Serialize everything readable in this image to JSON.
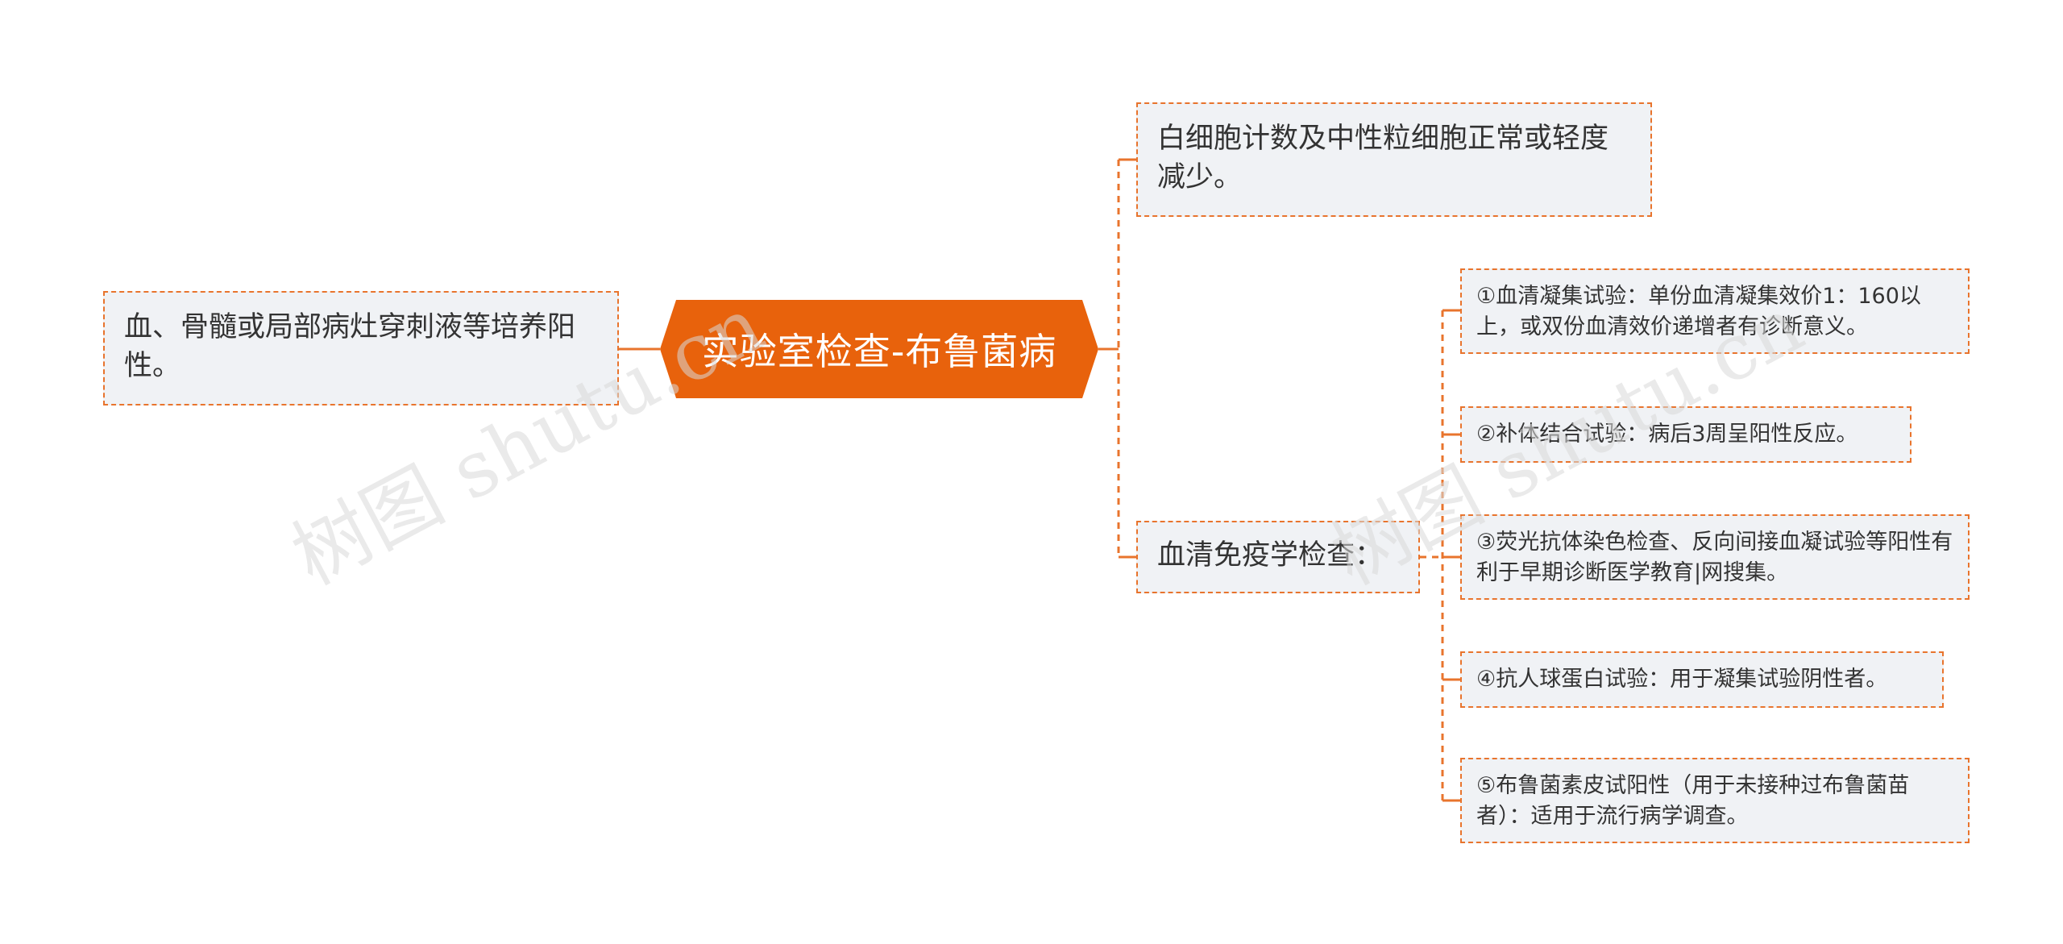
{
  "colors": {
    "accent": "#e8742d",
    "root_fill": "#e8620c",
    "node_fill": "#f0f2f5"
  },
  "root": {
    "label": "实验室检查-布鲁菌病"
  },
  "left_node": {
    "text": "血、骨髓或局部病灶穿刺液等培养阳性。"
  },
  "right_nodes": [
    {
      "text": "白细胞计数及中性粒细胞正常或轻度减少。"
    },
    {
      "text": "血清免疫学检查：",
      "children": [
        {
          "text": "①血清凝集试验：单份血清凝集效价1：160以上，或双份血清效价递增者有诊断意义。"
        },
        {
          "text": "②补体结合试验：病后3周呈阳性反应。"
        },
        {
          "text": "③荧光抗体染色检查、反向间接血凝试验等阳性有利于早期诊断医学教育|网搜集。"
        },
        {
          "text": "④抗人球蛋白试验：用于凝集试验阴性者。"
        },
        {
          "text": "⑤布鲁菌素皮试阳性（用于未接种过布鲁菌苗者）：适用于流行病学调查。"
        }
      ]
    }
  ],
  "watermarks": [
    "树图 shutu.cn",
    "树图 shutu.cn"
  ]
}
